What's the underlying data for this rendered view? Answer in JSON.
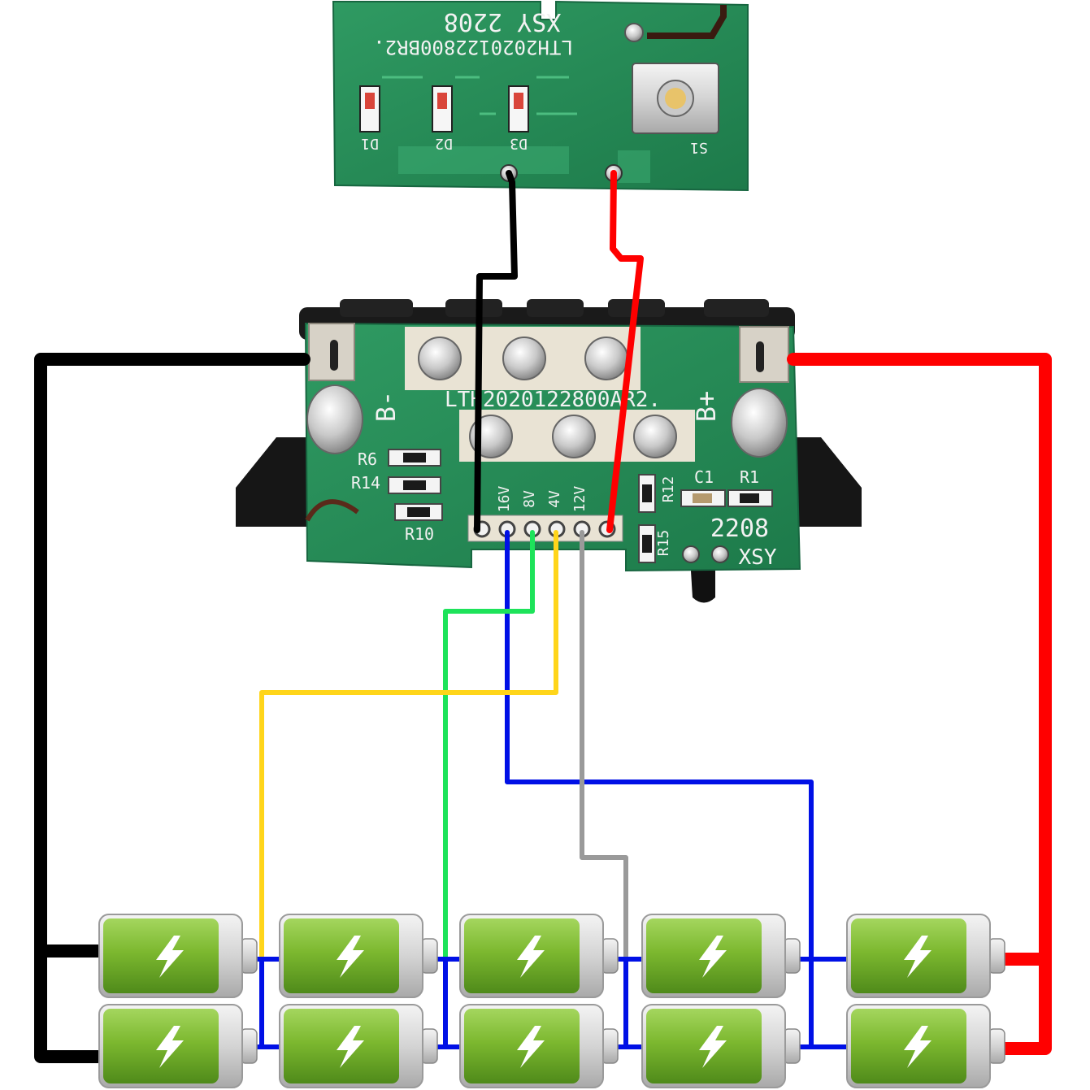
{
  "indicator_board": {
    "marking_top": "XSY 2208",
    "model": "LTH2020122800BR2.",
    "leds": [
      "D1",
      "D2",
      "D3"
    ],
    "switch": "S1"
  },
  "bms_board": {
    "model": "LTH2020122800AR2.",
    "neg_terminal": "B-",
    "pos_terminal": "B+",
    "resistors": [
      "R6",
      "R14",
      "R10",
      "R12",
      "R15",
      "R1"
    ],
    "capacitor": "C1",
    "date_code": "2208",
    "brand": "XSY",
    "balance_pins": [
      "16V",
      "8V",
      "4V",
      "12V"
    ]
  },
  "wires": {
    "black": "#000000",
    "red": "#ff0000",
    "blue": "#0010e6",
    "green": "#1de35a",
    "yellow": "#ffd51a",
    "gray": "#9a9a9a"
  },
  "battery_pack": {
    "columns": 5,
    "rows": 2,
    "cell_color": "#7cb82f",
    "cell_icon": "lightning-bolt-icon"
  }
}
